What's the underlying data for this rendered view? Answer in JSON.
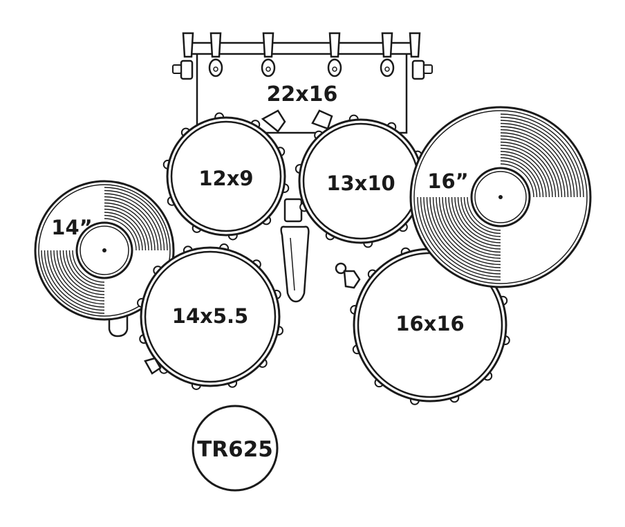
{
  "diagram": {
    "stroke_color": "#1a1a1a",
    "background": "#ffffff",
    "bass_drum_label": "22x16",
    "tom_left_label": "12x9",
    "tom_right_label": "13x10",
    "snare_label": "14x5.5",
    "floor_tom_label": "16x16",
    "cymbal_left_label": "14”",
    "cymbal_right_label": "16”",
    "model_label": "TR625"
  }
}
